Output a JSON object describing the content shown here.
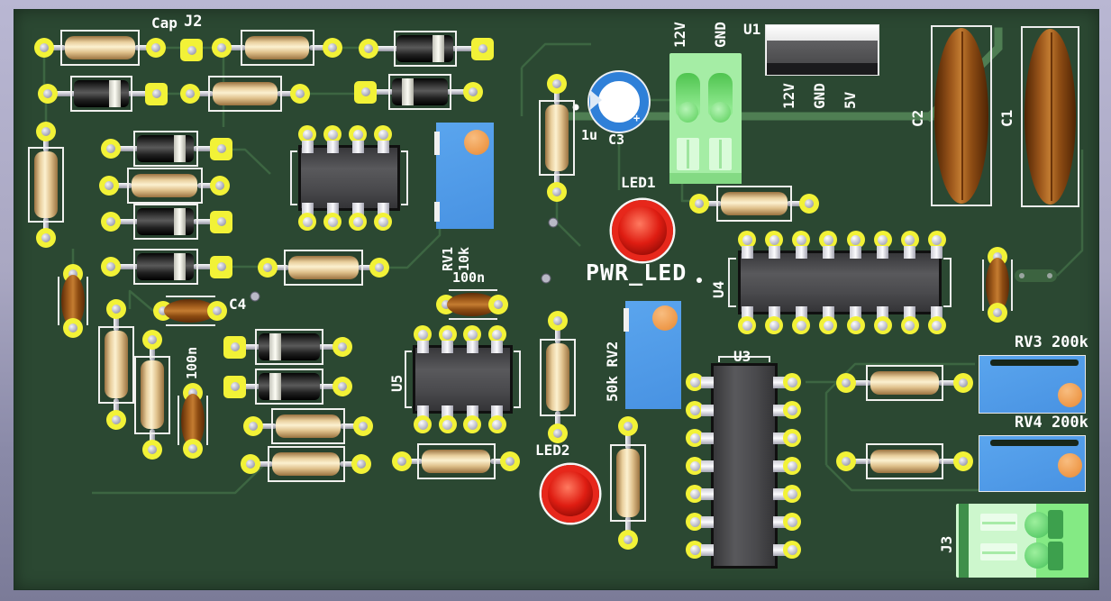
{
  "scene": {
    "app": "pcb-3d-viewer",
    "background_top": "#b9b7d3",
    "background_bottom": "#7b7b98",
    "board_color": "#2b4832",
    "trace_color": "#3d6642",
    "wide_trace_color": "#4f7e53",
    "pad_color": "#f2f237",
    "silkscreen_color": "#ffffff"
  },
  "silkscreen": {
    "cap": "Cap",
    "j2": "J2",
    "j2_pin_12v": "12V",
    "j2_pin_gnd": "GND",
    "u1": "U1",
    "u1_pin_12v": "12V",
    "u1_pin_gnd": "GND",
    "u1_pin_5v": "5V",
    "c3_value": "1u",
    "c3": "C3",
    "c3_polarity": "+",
    "led1": "LED1",
    "pwr_led": "PWR_LED",
    "rv1": "RV1",
    "rv1_value": "10k",
    "c_100n_mid": "100n",
    "c_100n_left": "100n",
    "c4": "C4",
    "u5": "U5",
    "u4": "U4",
    "u3": "U3",
    "rv2": "50k RV2",
    "led2": "LED2",
    "c2": "C2",
    "c1": "C1",
    "rv3": "RV3 200k",
    "rv4": "RV4 200k",
    "j3": "J3"
  }
}
